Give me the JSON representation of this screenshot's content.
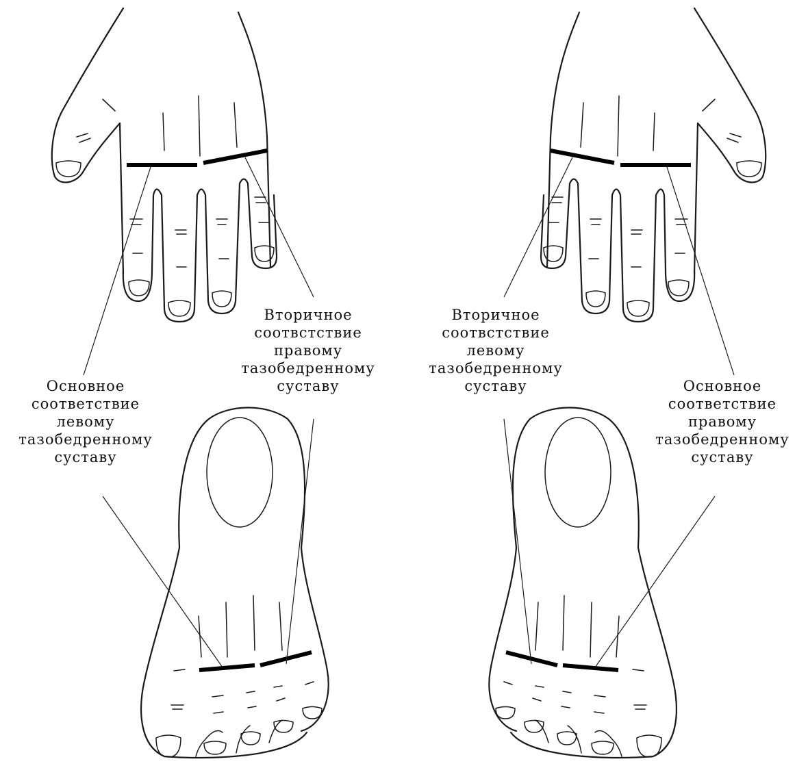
{
  "labels": {
    "left_hand_secondary": [
      "Вторичное",
      "соотвстствие",
      "правому",
      "тазобедренному",
      "суставу"
    ],
    "left_main": [
      "Основное",
      "соответствие",
      "левому",
      "тазобедренному",
      "суставу"
    ],
    "right_hand_secondary": [
      "Вторичное",
      "соотвстствие",
      "левому",
      "тазобедренному",
      "суставу"
    ],
    "right_main": [
      "Основное",
      "соответствие",
      "правому",
      "тазобедренному",
      "суставу"
    ]
  },
  "colors": {
    "ink": "#111111",
    "background": "#ffffff"
  }
}
